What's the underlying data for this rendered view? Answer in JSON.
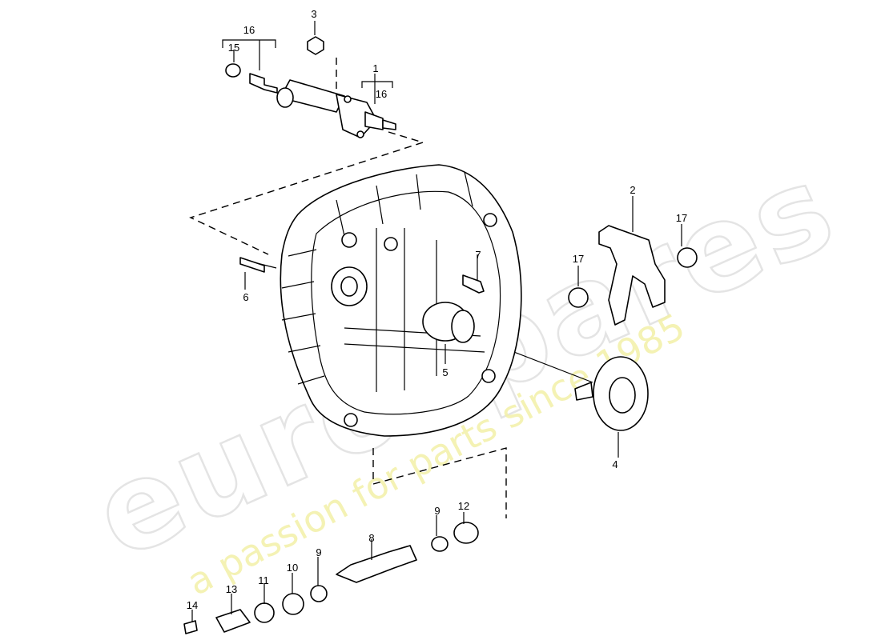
{
  "watermark": {
    "brand": "eurospares",
    "tagline": "a passion for parts since 1985"
  },
  "callouts": {
    "p1": "1",
    "p2": "2",
    "p3": "3",
    "p4": "4",
    "p5": "5",
    "p6": "6",
    "p7": "7",
    "p8": "8",
    "p9a": "9",
    "p9b": "9",
    "p10": "10",
    "p11": "11",
    "p12": "12",
    "p13": "13",
    "p14": "14",
    "p15": "15",
    "p16a": "16",
    "p16b": "16",
    "p17a": "17",
    "p17b": "17"
  }
}
